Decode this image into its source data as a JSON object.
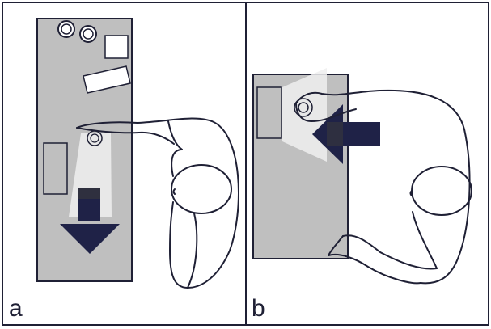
{
  "panels": [
    {
      "id": "a",
      "label": "a"
    },
    {
      "id": "b",
      "label": "b"
    }
  ],
  "colors": {
    "frame": "#1f2035",
    "counter": "#bfbfbf",
    "arrow": "#1f2247",
    "light_beam": "#e6e6e6",
    "background": "#ffffff"
  },
  "icons": {
    "arrow_a": "arrow-down-icon",
    "arrow_b": "arrow-left-icon",
    "person": "person-top-view-icon"
  }
}
